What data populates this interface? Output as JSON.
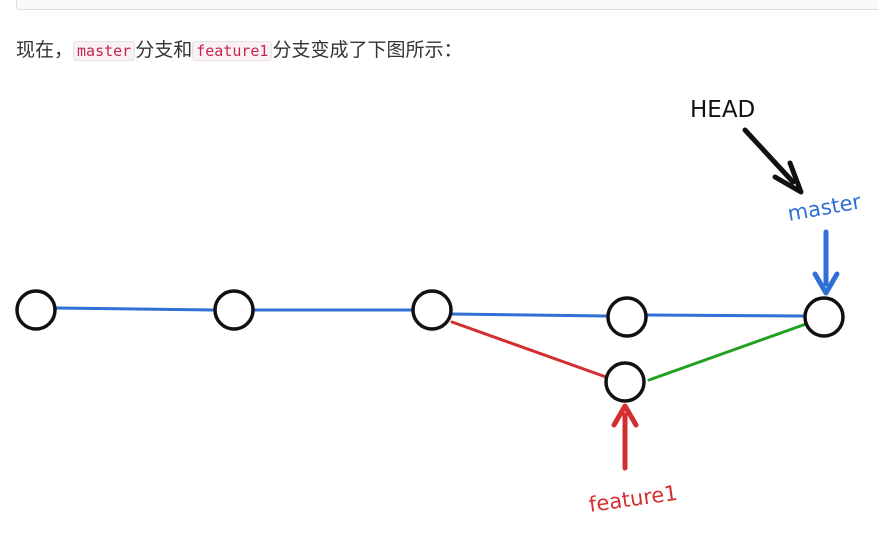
{
  "text": {
    "prefix": "现在，",
    "code_master": "master",
    "mid": "分支和",
    "code_feature": "feature1",
    "suffix": "分支变成了下图所示："
  },
  "diagram": {
    "labels": {
      "head": "HEAD",
      "master": "master",
      "feature": "feature1"
    },
    "colors": {
      "master": "#2f6fd6",
      "feature": "#d32f2f",
      "merge": "#21a021",
      "head": "#111111"
    }
  }
}
